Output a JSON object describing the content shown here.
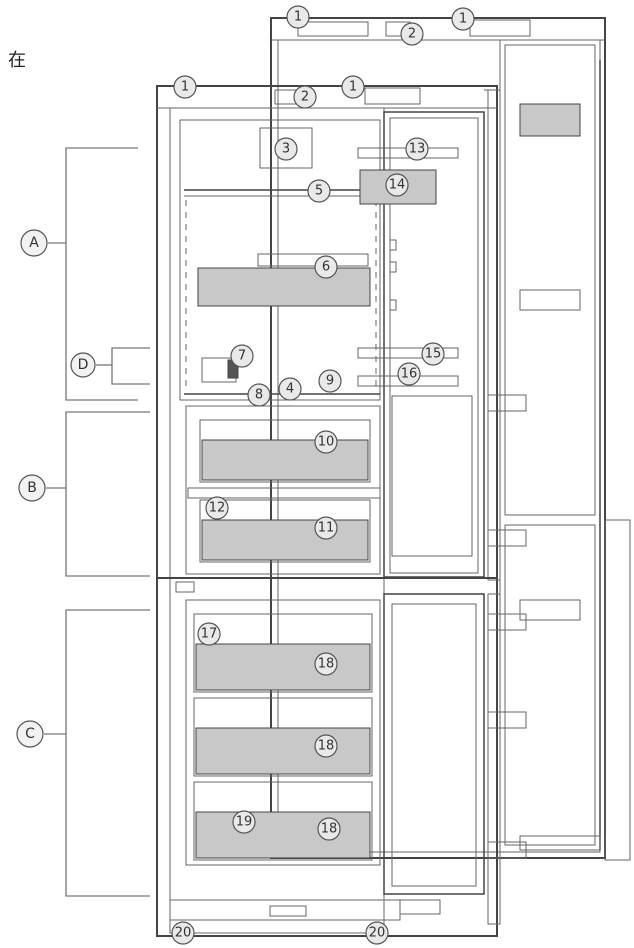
{
  "corner_char": "在",
  "zones": {
    "A": "A",
    "B": "B",
    "C": "C",
    "D": "D"
  },
  "callouts": {
    "n1": "1",
    "n2": "2",
    "n3": "3",
    "n4": "4",
    "n5": "5",
    "n6": "6",
    "n7": "7",
    "n8": "8",
    "n9": "9",
    "n10": "10",
    "n11": "11",
    "n12": "12",
    "n13": "13",
    "n14": "14",
    "n15": "15",
    "n16": "16",
    "n17": "17",
    "n18": "18",
    "n19": "19",
    "n20": "20"
  }
}
